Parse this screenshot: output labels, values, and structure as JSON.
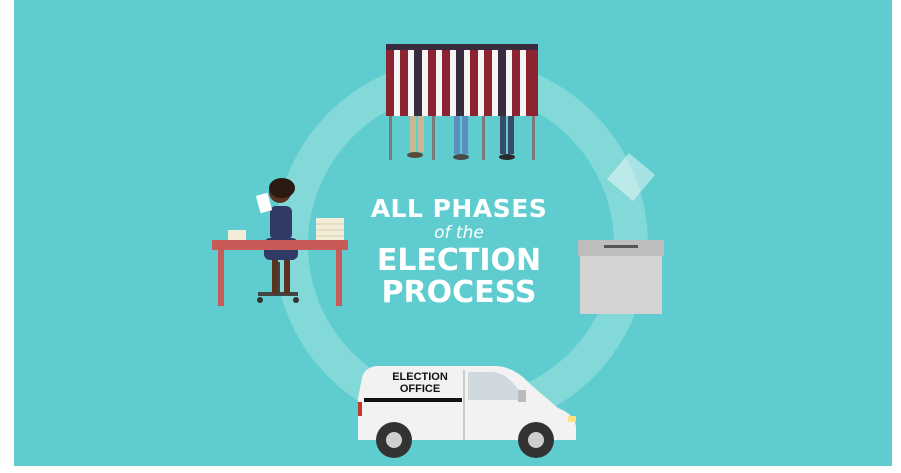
{
  "title": {
    "line1": "ALL PHASES",
    "line2": "of the",
    "line3": "ELECTION",
    "line4": "PROCESS"
  },
  "van": {
    "line1": "ELECTION",
    "line2": "OFFICE"
  },
  "colors": {
    "background": "#5fcdd0",
    "ring": "#9fe0df",
    "text": "#ffffff",
    "desk": "#c85a57",
    "booth_red": "#8b2330",
    "booth_dark": "#3a2a3e",
    "ballot_box": "#d3d3d3"
  },
  "icons": [
    "voting-booth-icon",
    "ballot-box-icon",
    "election-van-icon",
    "election-worker-icon"
  ]
}
